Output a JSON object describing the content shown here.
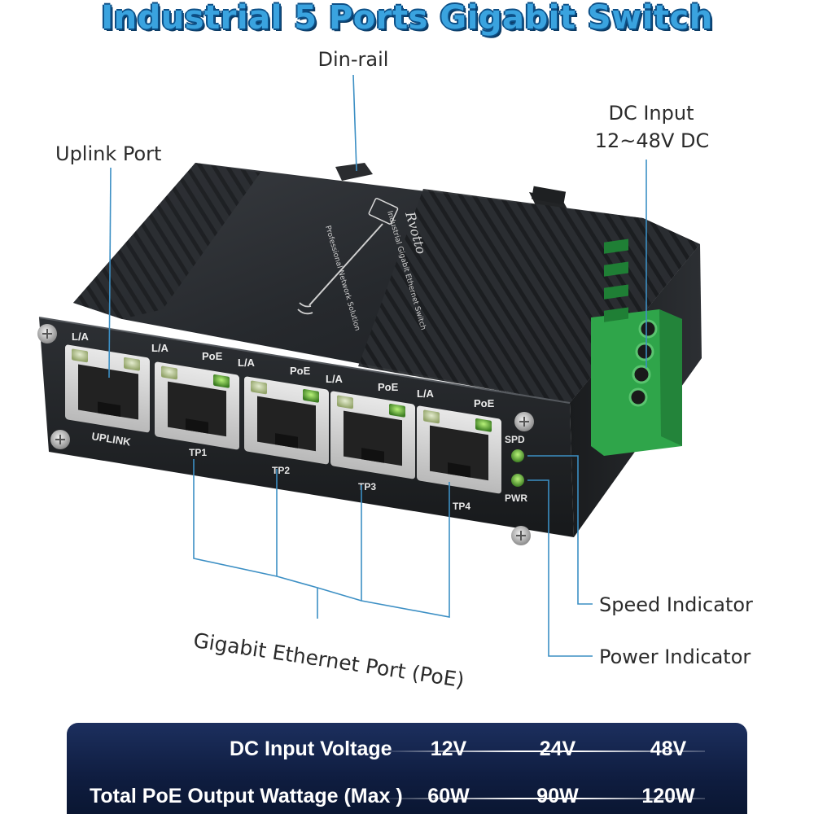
{
  "title": "Industrial 5 Ports Gigabit Switch",
  "callouts": {
    "din_rail": "Din-rail",
    "dc_input_line1": "DC Input",
    "dc_input_line2": "12~48V DC",
    "uplink_port": "Uplink Port",
    "speed_indicator": "Speed Indicator",
    "power_indicator": "Power Indicator",
    "gigabit_ethernet_port": "Gigabit Ethernet Port (PoE)"
  },
  "device": {
    "brand": "Rvotto",
    "top_text_1": "Professional Network Solution",
    "top_text_2": "Industrial Gigabit Ethernet Switch",
    "uplink_label": "UPLINK",
    "ports": [
      {
        "name": "TP1",
        "la": "L/A",
        "poe": "PoE"
      },
      {
        "name": "TP2",
        "la": "L/A",
        "poe": "PoE"
      },
      {
        "name": "TP3",
        "la": "L/A",
        "poe": "PoE"
      },
      {
        "name": "TP4",
        "la": "L/A",
        "poe": "PoE"
      }
    ],
    "uplink_la": "L/A",
    "spd_label": "SPD",
    "pwr_label": "PWR"
  },
  "spec_table": {
    "rows": [
      {
        "label": "DC Input Voltage",
        "values": [
          "12V",
          "24V",
          "48V"
        ]
      },
      {
        "label": "Total PoE Output Wattage (Max )",
        "values": [
          "60W",
          "90W",
          "120W"
        ]
      }
    ]
  },
  "colors": {
    "title": "#3aa3df",
    "title_outline": "#0d4f86",
    "callout_line": "#3c8fc4",
    "terminal_green": "#2fa54a",
    "panel_dark": "#0f1d40"
  }
}
